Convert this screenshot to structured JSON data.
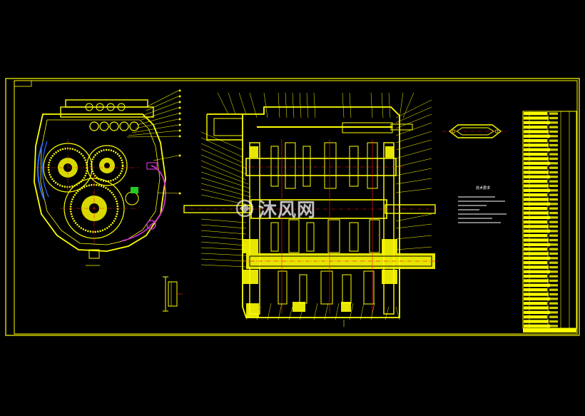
{
  "drawing": {
    "title": "",
    "colors": {
      "background": "#000000",
      "frame": "#ffff00",
      "housing": "#ffff00",
      "gear": "#ffff00",
      "centerline": "#ff2020",
      "text": "#ffffff",
      "cable": "#cc33cc",
      "accent_green": "#22cc22",
      "balloon_line": "#ffff00"
    }
  },
  "views": {
    "front_view_label": "",
    "section_view_label": "",
    "cover_view_label": ""
  },
  "technical_requirements": {
    "title": "技术要求",
    "lines": []
  },
  "watermark": {
    "text": "沐风网"
  },
  "parts_table": {
    "rows": 48
  }
}
